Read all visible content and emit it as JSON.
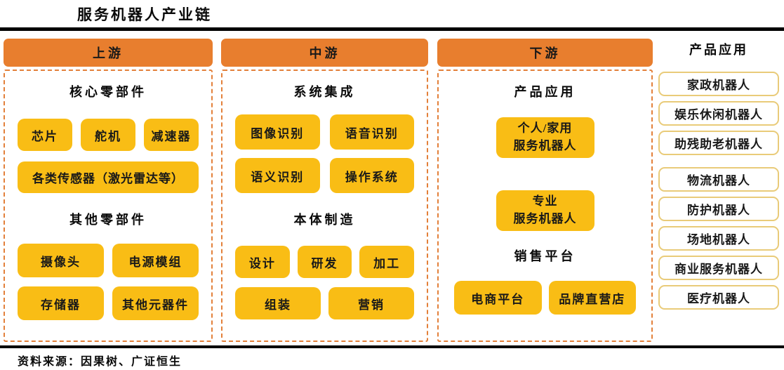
{
  "page": {
    "title": "服务机器人产业链",
    "source": "资料来源：因果树、广证恒生"
  },
  "colors": {
    "header_orange": "#E87E2E",
    "dashed_border_orange": "#E3803A",
    "node_yellow": "#F9BD15",
    "app_box_border_gold": "#E9CB79",
    "rule_black": "#000000"
  },
  "upstream": {
    "header": "上游",
    "section1": "核心零部件",
    "row1": [
      "芯片",
      "舵机",
      "减速器"
    ],
    "wide": "各类传感器（激光雷达等）",
    "section2": "其他零部件",
    "row2": [
      "摄像头",
      "电源模组"
    ],
    "row3": [
      "存储器",
      "其他元器件"
    ]
  },
  "midstream": {
    "header": "中游",
    "section1": "系统集成",
    "row1": [
      "图像识别",
      "语音识别"
    ],
    "row2": [
      "语义识别",
      "操作系统"
    ],
    "section2": "本体制造",
    "row3": [
      "设计",
      "研发",
      "加工"
    ],
    "row4": [
      "组装",
      "营销"
    ]
  },
  "downstream": {
    "header": "下游",
    "section1": "产品应用",
    "box1_line1": "个人/家用",
    "box1_line2": "服务机器人",
    "box2_line1": "专业",
    "box2_line2": "服务机器人",
    "section2": "销售平台",
    "row1": [
      "电商平台",
      "品牌直营店"
    ]
  },
  "applications": {
    "title": "产品应用",
    "group1": [
      "家政机器人",
      "娱乐休闲机器人",
      "助残助老机器人"
    ],
    "group2": [
      "物流机器人",
      "防护机器人",
      "场地机器人",
      "商业服务机器人",
      "医疗机器人"
    ]
  }
}
